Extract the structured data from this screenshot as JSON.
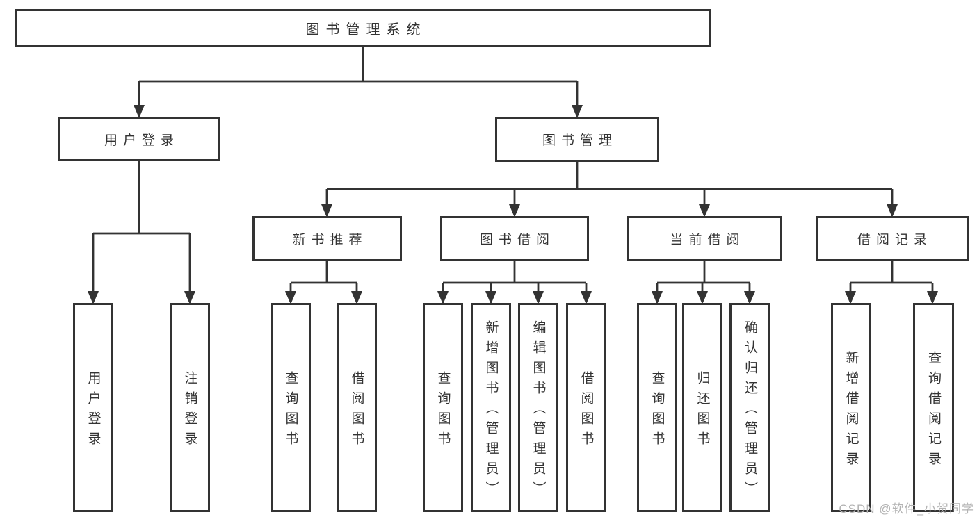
{
  "tree": {
    "root": {
      "label": "图书管理系统"
    },
    "branches": [
      {
        "label": "用户登录",
        "children": [
          {
            "label": "用户登录"
          },
          {
            "label": "注销登录"
          }
        ]
      },
      {
        "label": "图书管理",
        "children": [
          {
            "label": "新书推荐",
            "children": [
              {
                "label": "查询图书"
              },
              {
                "label": "借阅图书"
              }
            ]
          },
          {
            "label": "图书借阅",
            "children": [
              {
                "label": "查询图书"
              },
              {
                "label": "新增图书（管理员）"
              },
              {
                "label": "编辑图书（管理员）"
              },
              {
                "label": "借阅图书"
              }
            ]
          },
          {
            "label": "当前借阅",
            "children": [
              {
                "label": "查询图书"
              },
              {
                "label": "归还图书"
              },
              {
                "label": "确认归还（管理员）"
              }
            ]
          },
          {
            "label": "借阅记录",
            "children": [
              {
                "label": "新增借阅记录"
              },
              {
                "label": "查询借阅记录"
              }
            ]
          }
        ]
      }
    ]
  },
  "watermark": {
    "text": "CSDN @软件_小贺同学"
  },
  "colors": {
    "line": "#333333",
    "text": "#333333",
    "watermark": "#b3b3b3",
    "background": "#ffffff"
  }
}
